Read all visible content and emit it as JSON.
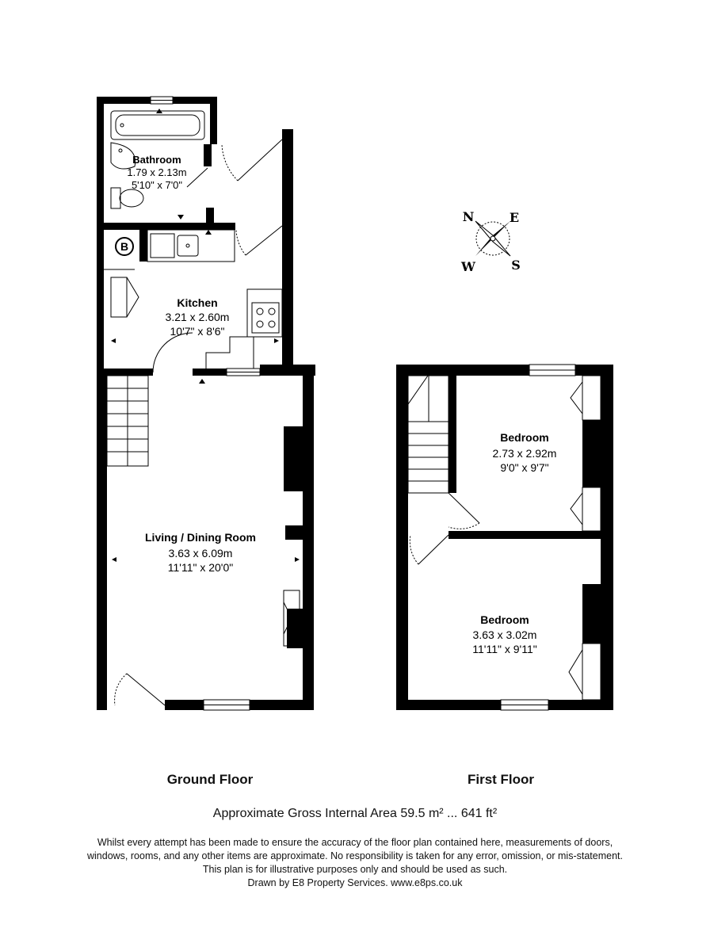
{
  "rooms": {
    "bathroom": {
      "name": "Bathroom",
      "metric": "1.79 x 2.13m",
      "imperial": "5'10\" x 7'0\""
    },
    "kitchen": {
      "name": "Kitchen",
      "metric": "3.21 x 2.60m",
      "imperial": "10'7\" x 8'6\""
    },
    "living": {
      "name": "Living / Dining Room",
      "metric": "3.63 x 6.09m",
      "imperial": "11'11\" x 20'0\""
    },
    "bedroom1": {
      "name": "Bedroom",
      "metric": "2.73 x 2.92m",
      "imperial": "9'0\" x 9'7\""
    },
    "bedroom2": {
      "name": "Bedroom",
      "metric": "3.63 x 3.02m",
      "imperial": "11'11\" x 9'11\""
    }
  },
  "boiler_label": "B",
  "compass": {
    "n": "N",
    "e": "E",
    "s": "S",
    "w": "W"
  },
  "floors": {
    "ground": "Ground Floor",
    "first": "First Floor"
  },
  "area": "Approximate Gross Internal Area 59.5 m² ... 641 ft²",
  "disclaimer": [
    "Whilst every attempt has been made to ensure the accuracy of the floor plan contained here, measurements of doors,",
    "windows, rooms, and any other items are approximate. No responsibility is taken for any error, omission, or mis-statement.",
    "This plan is for illustrative purposes only and should be used as such.",
    "Drawn by E8 Property Services. www.e8ps.co.uk"
  ]
}
